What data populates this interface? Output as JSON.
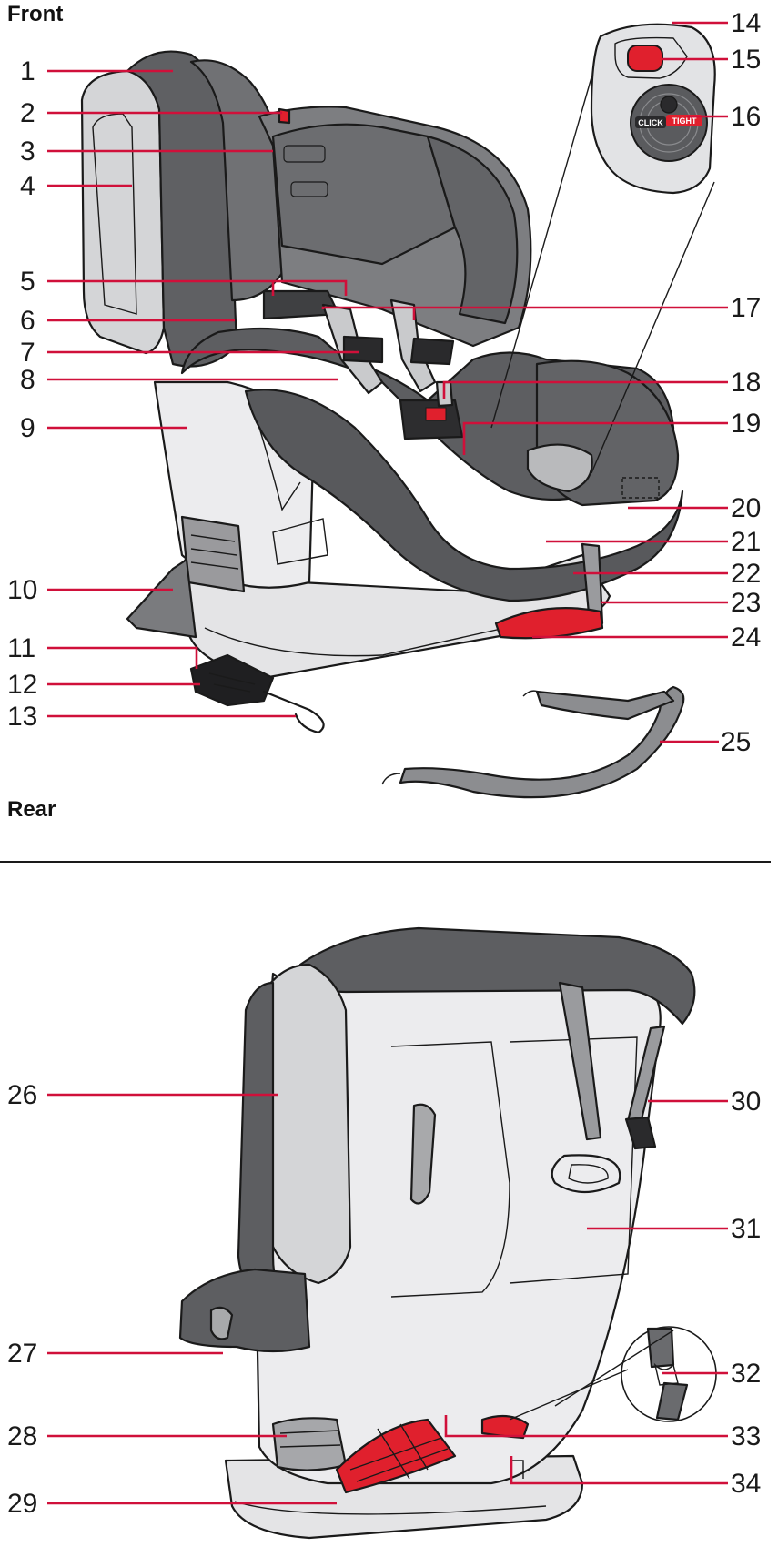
{
  "sections": {
    "front": "Front",
    "rear": "Rear"
  },
  "button": {
    "click": "CLICK",
    "tight": "TIGHT"
  },
  "colors": {
    "leader": "#d0103a",
    "dark_gray": "#5b5b5d",
    "mid_gray": "#808083",
    "light_gray": "#d9dadc",
    "shell": "#e8e8ea",
    "red": "#e0202d"
  },
  "labels": [
    {
      "n": "1"
    },
    {
      "n": "2"
    },
    {
      "n": "3"
    },
    {
      "n": "4"
    },
    {
      "n": "5"
    },
    {
      "n": "6"
    },
    {
      "n": "7"
    },
    {
      "n": "8"
    },
    {
      "n": "9"
    },
    {
      "n": "10"
    },
    {
      "n": "11"
    },
    {
      "n": "12"
    },
    {
      "n": "13"
    },
    {
      "n": "14"
    },
    {
      "n": "15"
    },
    {
      "n": "16"
    },
    {
      "n": "17"
    },
    {
      "n": "18"
    },
    {
      "n": "19"
    },
    {
      "n": "20"
    },
    {
      "n": "21"
    },
    {
      "n": "22"
    },
    {
      "n": "23"
    },
    {
      "n": "24"
    },
    {
      "n": "25"
    },
    {
      "n": "26"
    },
    {
      "n": "27"
    },
    {
      "n": "28"
    },
    {
      "n": "29"
    },
    {
      "n": "30"
    },
    {
      "n": "31"
    },
    {
      "n": "32"
    },
    {
      "n": "33"
    },
    {
      "n": "34"
    }
  ]
}
